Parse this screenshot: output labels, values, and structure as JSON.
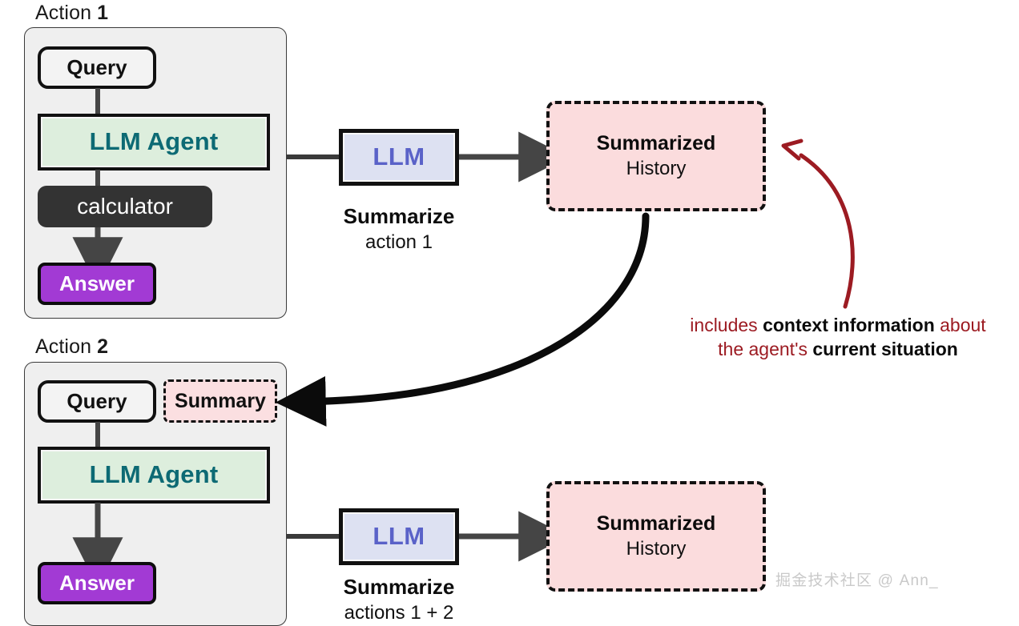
{
  "diagram": {
    "title_hidden": "",
    "colors": {
      "panel_bg": "#efefef",
      "agent_green": "#ddeedd",
      "agent_text": "#0d6a74",
      "llm_lavender": "#dde1f2",
      "llm_text": "#5a62c8",
      "answer_purple": "#a23ad4",
      "tool_dark": "#333333",
      "history_pink": "#fbdcdd",
      "annotation_red": "#9c1b22",
      "arrow_gray": "#454545",
      "arrow_black": "#0b0b0b"
    }
  },
  "sections": [
    {
      "label_prefix": "Action ",
      "label_num": "1",
      "query": "Query",
      "agent": "LLM Agent",
      "tool": "calculator",
      "answer": "Answer",
      "summary_chip": null,
      "llm": "LLM",
      "caption_main": "Summarize",
      "caption_sub": "action 1",
      "history_title": "Summarized",
      "history_sub": "History"
    },
    {
      "label_prefix": "Action ",
      "label_num": "2",
      "query": "Query",
      "agent": "LLM Agent",
      "tool": null,
      "answer": "Answer",
      "summary_chip": "Summary",
      "llm": "LLM",
      "caption_main": "Summarize",
      "caption_sub": "actions 1 + 2",
      "history_title": "Summarized",
      "history_sub": "History"
    }
  ],
  "annotation": {
    "line1_a": "includes ",
    "line1_b": "context information",
    "line1_c": " about",
    "line2_a": "the agent's ",
    "line2_b": "current situation"
  },
  "watermark": "掘金技术社区 @ Ann_",
  "icons": {
    "arrow_right": "arrow-right-icon",
    "arrow_down": "arrow-down-icon",
    "curved_feedback": "curved-arrow-icon"
  }
}
